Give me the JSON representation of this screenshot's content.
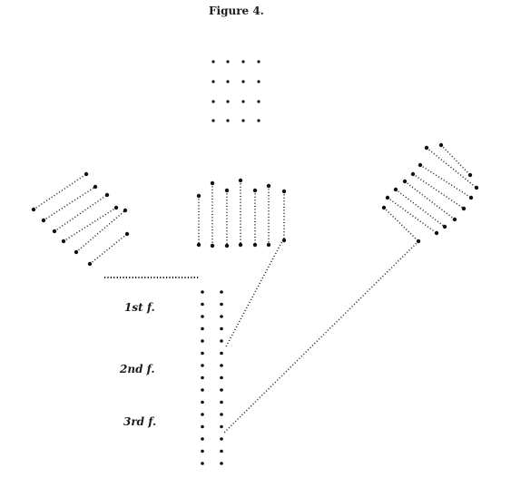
{
  "figure": {
    "title": "Figure 4.",
    "labels": {
      "first": "1st f.",
      "second": "2nd f.",
      "third": "3rd f."
    }
  }
}
